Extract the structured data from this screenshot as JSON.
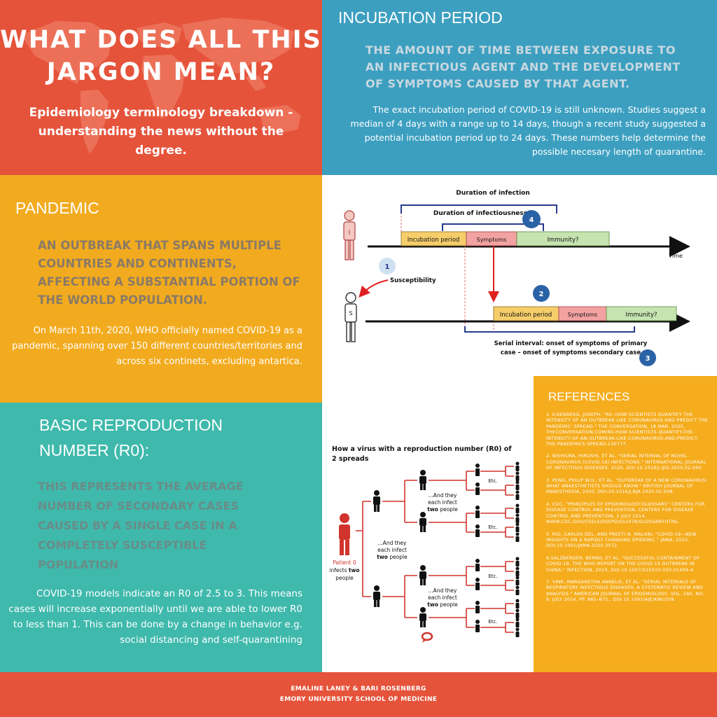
{
  "title": {
    "heading": "WHAT DOES ALL THIS JARGON MEAN?",
    "subtitle": "Epidemiology terminology breakdown - understanding the news without the degree."
  },
  "incubation": {
    "heading": "INCUBATION PERIOD",
    "definition": "THE AMOUNT OF TIME BETWEEN EXPOSURE TO AN INFECTIOUS AGENT AND THE DEVELOPMENT OF SYMPTOMS CAUSED BY THAT AGENT.",
    "body": "The exact incubation period of COVID-19 is still unknown.  Studies suggest a median of 4 days with a range up to 14 days, though a recent study suggested a potential incubation period up to 24 days.  These numbers help  determine the possible necesary length of quarantine."
  },
  "pandemic": {
    "heading": "PANDEMIC",
    "definition": "AN OUTBREAK THAT SPANS  MULTIPLE COUNTRIES AND CONTINENTS,  AFFECTING A SUBSTANTIAL PORTION OF THE WORLD POPULATION.",
    "body": "On March 11th, 2020, WHO officially named COVID-19 as a pandemic, spanning over 150  different countries/territories and across six continets, excluding antartica."
  },
  "r0": {
    "heading": "BASIC REPRODUCTION NUMBER (R0):",
    "definition": "THIS REPRESENTS THE AVERAGE NUMBER OF SECONDARY CASES CAUSED BY A SINGLE CASE IN A COMPLETELY SUSCEPTIBLE POPULATION",
    "body": "COVID-19 models indicate an R0 of 2.5 to 3.  This means cases will increase exponentially until we are able to lower  R0 to less than 1.  This can be done by a change in behavior e.g. social distancing and self-quarantining"
  },
  "timeline": {
    "duration_infection": "Duration of infection",
    "duration_infectiousness": "Duration of infectiousness",
    "incubation_period_1": "Incubation period",
    "symptoms_1": "Symptoms",
    "immunity_1": "Immunity?",
    "time_label": "Time",
    "susceptibility": "Susceptibility",
    "incubation_period_2": "Incubation period",
    "symptoms_2": "Symptoms",
    "immunity_2": "Immunity?",
    "serial_interval_line1": "Serial interval: onset of symptoms of primary",
    "serial_interval_line2": "case – onset of symptoms secondary case",
    "badge_1": "1",
    "badge_2": "2",
    "badge_3": "3",
    "badge_4": "4",
    "person_i": "I",
    "person_s": "S"
  },
  "tree": {
    "title_line1": "How a virus with a reproduction number (R0) of",
    "title_line2": "2 spreads",
    "patient_label": "Patient 0",
    "patient_infects": "infects ",
    "patient_two": "two",
    "patient_people": "people",
    "mid_line1": "...And they",
    "mid_line2": "each infect",
    "mid_two": "two",
    "mid_people": "people",
    "upper_line1": "...And they",
    "upper_line2": "each infect",
    "upper_two": "two",
    "upper_people": "people",
    "lower_line1": "...And they",
    "lower_line2": "each infect",
    "lower_two": "two",
    "lower_people": "people",
    "etc": "Etc."
  },
  "references": {
    "heading": "REFERENCES",
    "items": [
      "1. Eisenberg, Joseph. \"R0: How Scientists Quantify the Intensity of an Outbreak like Coronavirus and Predict the Pandemic' Spread.\" The Conversation, 18 Mar. 2020, theconversation.com/r0-how-scientists-quantify-the-intensity-of-an-outbreak-like-coronavirus-and-predict-the-pandemics-spread-130777.",
      "2. Nishiura, Hiroshi, et al. \"Serial Interval of Novel Coronavirus (COVID-19) Infections.\" International Journal of Infectious Diseases, 2020, doi:10.1016/j.ijid.2020.02.060.",
      "3. Peng, Philip W.H., et al. \"Outbreak of a New Coronavirus: What Anaesthetists Should Know.\" British Journal of Anaesthesia, 2020, doi:10.1016/j.bja.2020.02.008.",
      "4. CDC. \"Principles of Epidemiology:Glossary.\" Centers for Disease Control and Prevention, Centers for Disease Control and Prevention, 2 July 2014, www.cdc.gov/csels/dsepd/ss1978/glossary.html.",
      "5. Rio, Carlos Del, and Preeti N. Malani. \"COVID-19—New Insights on a Rapidly Changing Epidemic.\" Jama, 2020, doi:10.1001/jama.2020.3072.",
      "6.Salzberger, Bernd, et al. \"Successful Containment of COVID-19: the WHO-Report on the COVID-19 Outbreak in China.\" Infection, 2020, doi:10.1007/s15010-020-01409-4.",
      "7. Vink, Margaretha Annelie, et al. \"Serial Intervals of Respiratory Infectious Diseases: A Systematic Review and Analysis.\" American Journal of Epidemiology, vol. 180, no. 9, July 2014, pp. 865–875., doi:10.1093/aje/kwu209."
    ]
  },
  "footer": {
    "authors": "EMALINE LANEY & BARI ROSENBERG",
    "institution": "EMORY UNIVERSITY SCHOOL OF MEDICINE"
  },
  "colors": {
    "red": "#e5533a",
    "blue": "#3c9fc0",
    "orange": "#f2ab1f",
    "teal": "#3fb9ac",
    "navy": "#2a3d8f",
    "incubation_box": "#f5cd6a",
    "symptoms_box": "#f3a2a2",
    "immunity_box": "#c6e4b0",
    "badge": "#2a62a6",
    "badge_light": "#cfe1f1"
  },
  "icons": [
    "world-map-icon",
    "person-icon",
    "speech-bubble-icon"
  ]
}
